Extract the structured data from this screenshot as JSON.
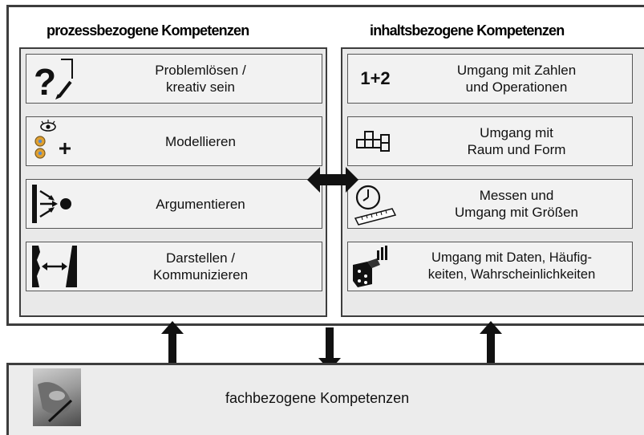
{
  "left_column": {
    "heading": "prozessbezogene Kompetenzen",
    "items": [
      {
        "label": "Problemlösen /\nkreativ sein",
        "icon": "question-mark-pencil-icon"
      },
      {
        "label": "Modellieren",
        "icon": "eye-gears-plus-icon"
      },
      {
        "label": "Argumentieren",
        "icon": "arrows-to-dot-icon"
      },
      {
        "label": "Darstellen /\nKommunizieren",
        "icon": "double-arrow-brackets-icon"
      }
    ]
  },
  "right_column": {
    "heading": "inhaltsbezogene Kompetenzen",
    "items": [
      {
        "label": "Umgang mit Zahlen\nund Operationen",
        "icon": "one-plus-two-icon",
        "icon_text": "1+2"
      },
      {
        "label": "Umgang mit\nRaum und Form",
        "icon": "cubes-icon"
      },
      {
        "label": "Messen und\nUmgang mit Größen",
        "icon": "clock-ruler-icon"
      },
      {
        "label": "Umgang mit Daten, Häufig-\nkeiten, Wahrscheinlichkeiten",
        "icon": "dice-bar-chart-icon"
      }
    ]
  },
  "bottom": {
    "label": "fachbezogene Kompetenzen",
    "icon": "writing-hand-photo"
  },
  "colors": {
    "border": "#3d3d3d",
    "panel": "#e9e9e9",
    "row": "#f2f2f2",
    "arrow": "#111111"
  }
}
